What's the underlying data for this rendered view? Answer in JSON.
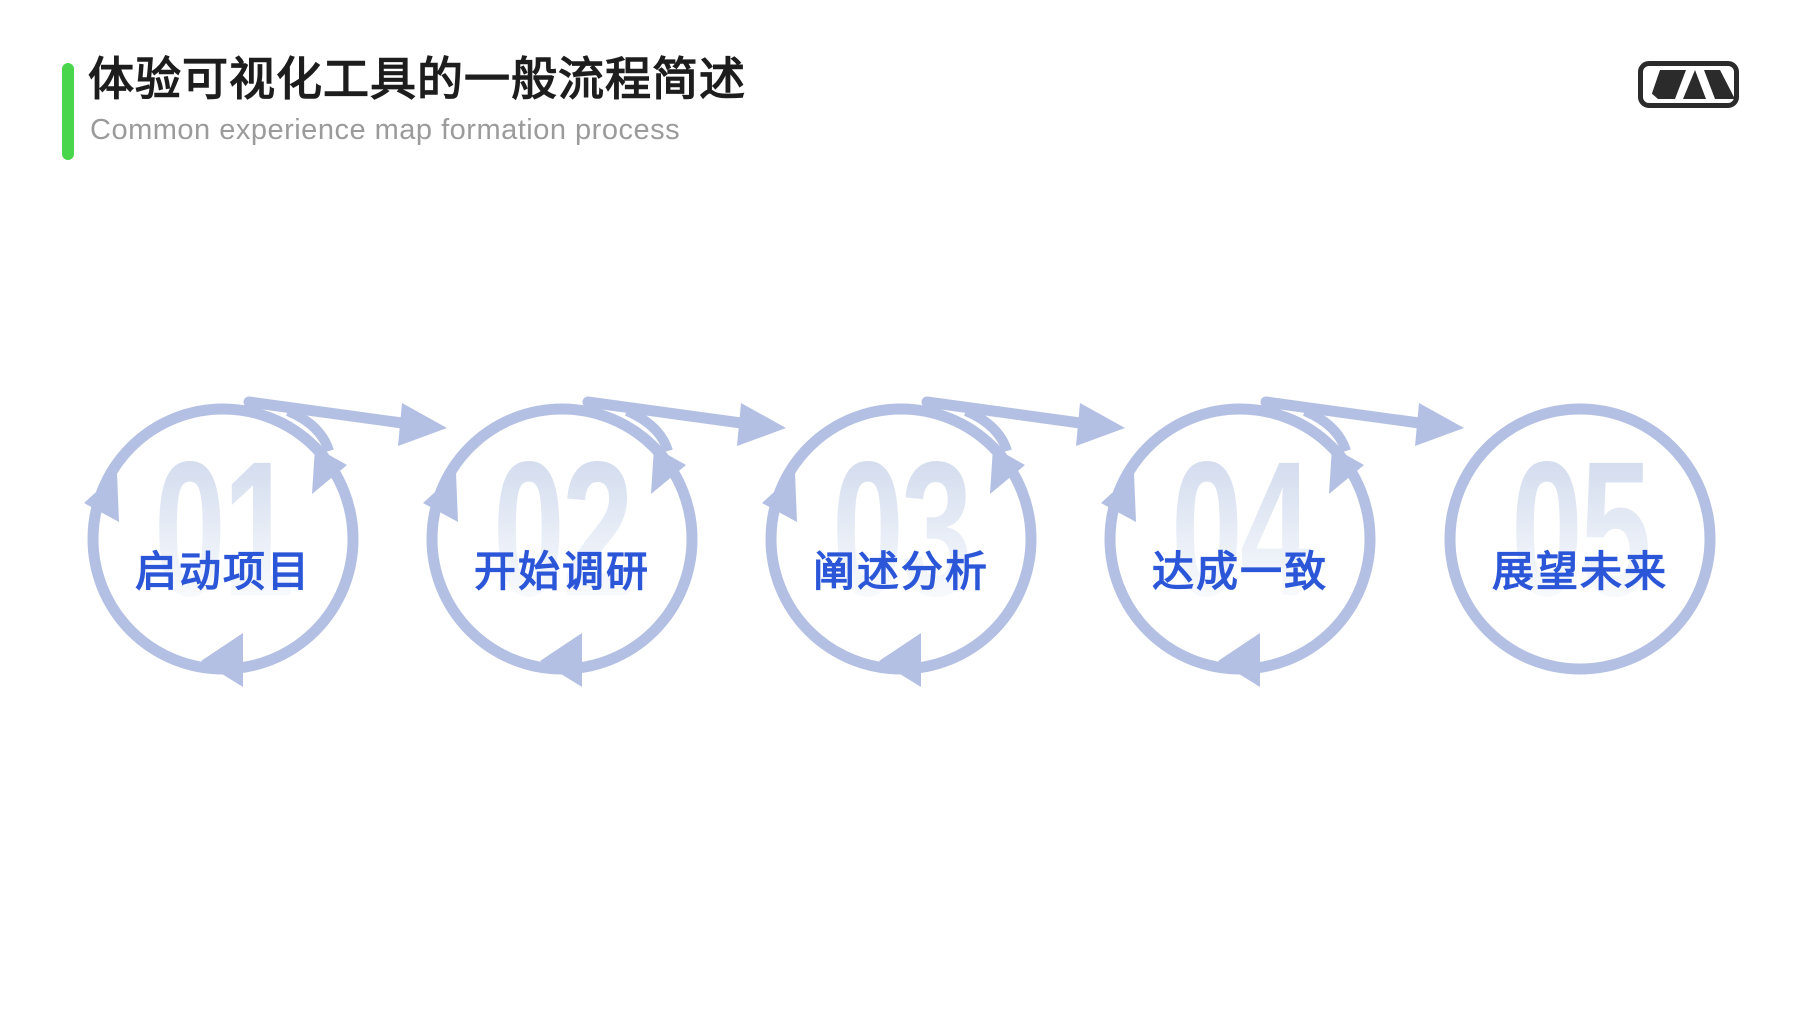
{
  "page": {
    "background": "#ffffff"
  },
  "header": {
    "title": "体验可视化工具的一般流程简述",
    "subtitle": "Common experience map formation process",
    "accent_color": "#49d64d"
  },
  "logo": {
    "description": "rounded-rectangle brand mark with stylized M shapes",
    "color": "#2b2b2b"
  },
  "process": {
    "flow_color": "#b4c0e3",
    "label_color": "#2b56d8",
    "number_gradient_top": "#ccd6eb",
    "number_gradient_bottom": "#ffffff",
    "steps": [
      {
        "number": "01",
        "label": "启动项目"
      },
      {
        "number": "02",
        "label": "开始调研"
      },
      {
        "number": "03",
        "label": "阐述分析"
      },
      {
        "number": "04",
        "label": "达成一致"
      },
      {
        "number": "05",
        "label": "展望未来"
      }
    ]
  }
}
